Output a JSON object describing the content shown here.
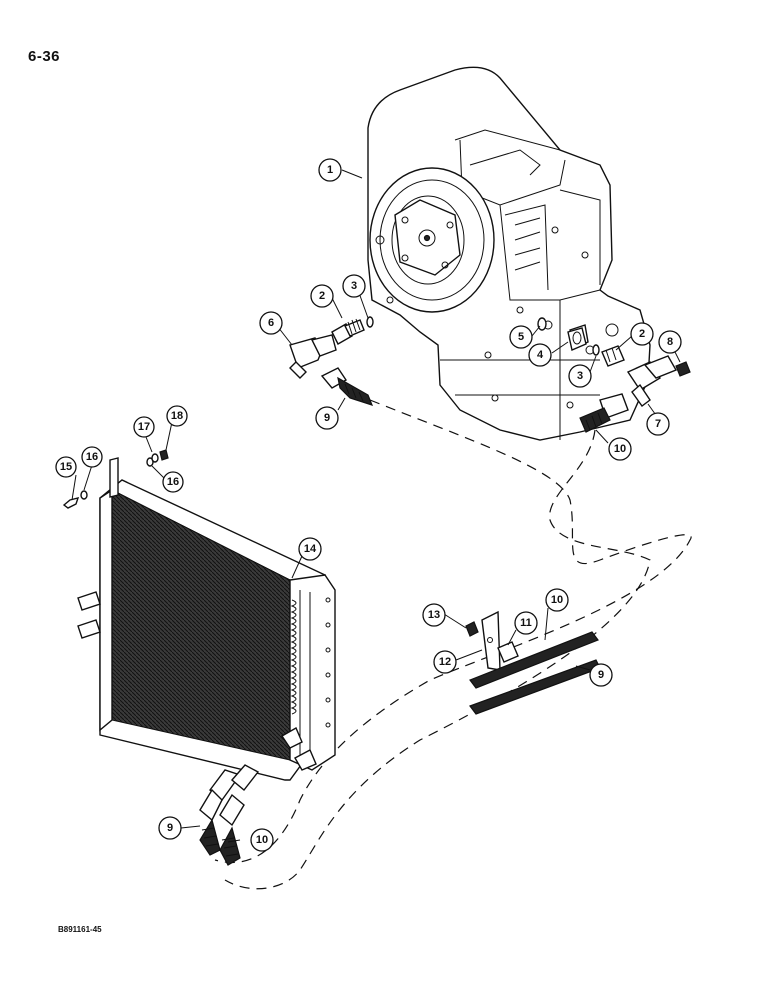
{
  "page": {
    "number": "6-36",
    "figure_id": "B891161-45"
  },
  "callouts": [
    "1",
    "2",
    "3",
    "6",
    "5",
    "4",
    "2",
    "8",
    "3",
    "7",
    "9",
    "10",
    "17",
    "18",
    "15",
    "16",
    "16",
    "14",
    "13",
    "10",
    "11",
    "12",
    "9",
    "9",
    "10"
  ]
}
